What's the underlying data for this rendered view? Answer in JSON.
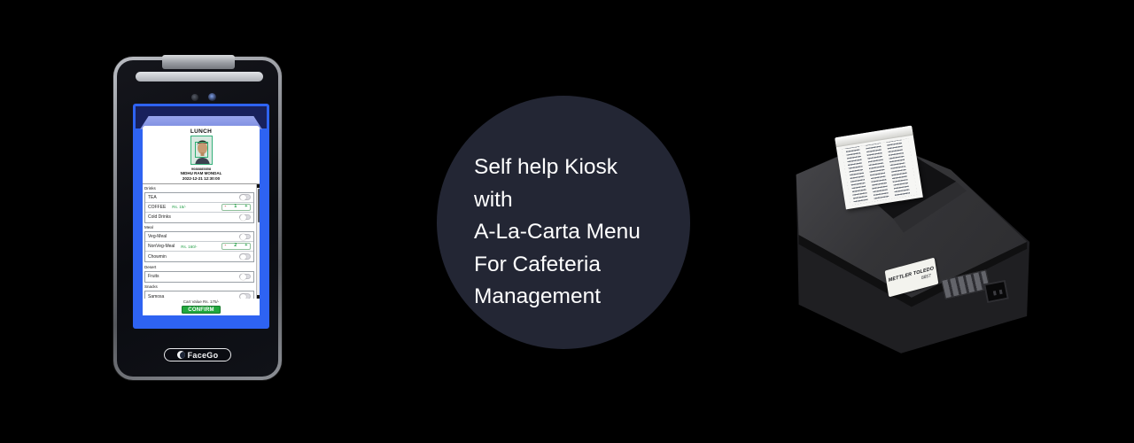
{
  "kiosk": {
    "brand": "FaceGo",
    "screen": {
      "meal_title": "LUNCH",
      "employee_id": "9088885858",
      "employee_name": "NIDHU RAM MONDAL",
      "timestamp": "2022-12-21 12:30:00",
      "menu_sections": [
        {
          "name": "Drinks",
          "items": [
            {
              "label": "TEA"
            },
            {
              "label": "COFFEE",
              "price": "Rs. 15/-",
              "qty": "1"
            },
            {
              "label": "Cold Drinks"
            }
          ]
        },
        {
          "name": "Meal",
          "items": [
            {
              "label": "Veg-Meal"
            },
            {
              "label": "NonVeg-Meal",
              "price": "Rs. 160/-",
              "qty": "2"
            },
            {
              "label": "Chowmin"
            }
          ]
        },
        {
          "name": "Desert",
          "items": [
            {
              "label": "Fruits"
            }
          ]
        },
        {
          "name": "Snacks",
          "items": [
            {
              "label": "Samosa"
            }
          ]
        }
      ],
      "stepper_minus": "-",
      "stepper_plus": "+",
      "cart_value": "Cart Value Rs. 175/-",
      "confirm_label": "CONFIRM"
    }
  },
  "caption": {
    "lines": [
      "Self help Kiosk",
      "with",
      "A-La-Carta Menu",
      "For Cafeteria",
      "Management"
    ],
    "circle_color": "#232634",
    "text_color": "#ffffff"
  },
  "printer": {
    "label_line1": "METTLER TOLEDO",
    "label_line2": "8857"
  },
  "colors": {
    "accent_green": "#22a83e",
    "price_green": "#1e9e43",
    "screen_blue": "#2e63f2",
    "background": "#000000"
  }
}
